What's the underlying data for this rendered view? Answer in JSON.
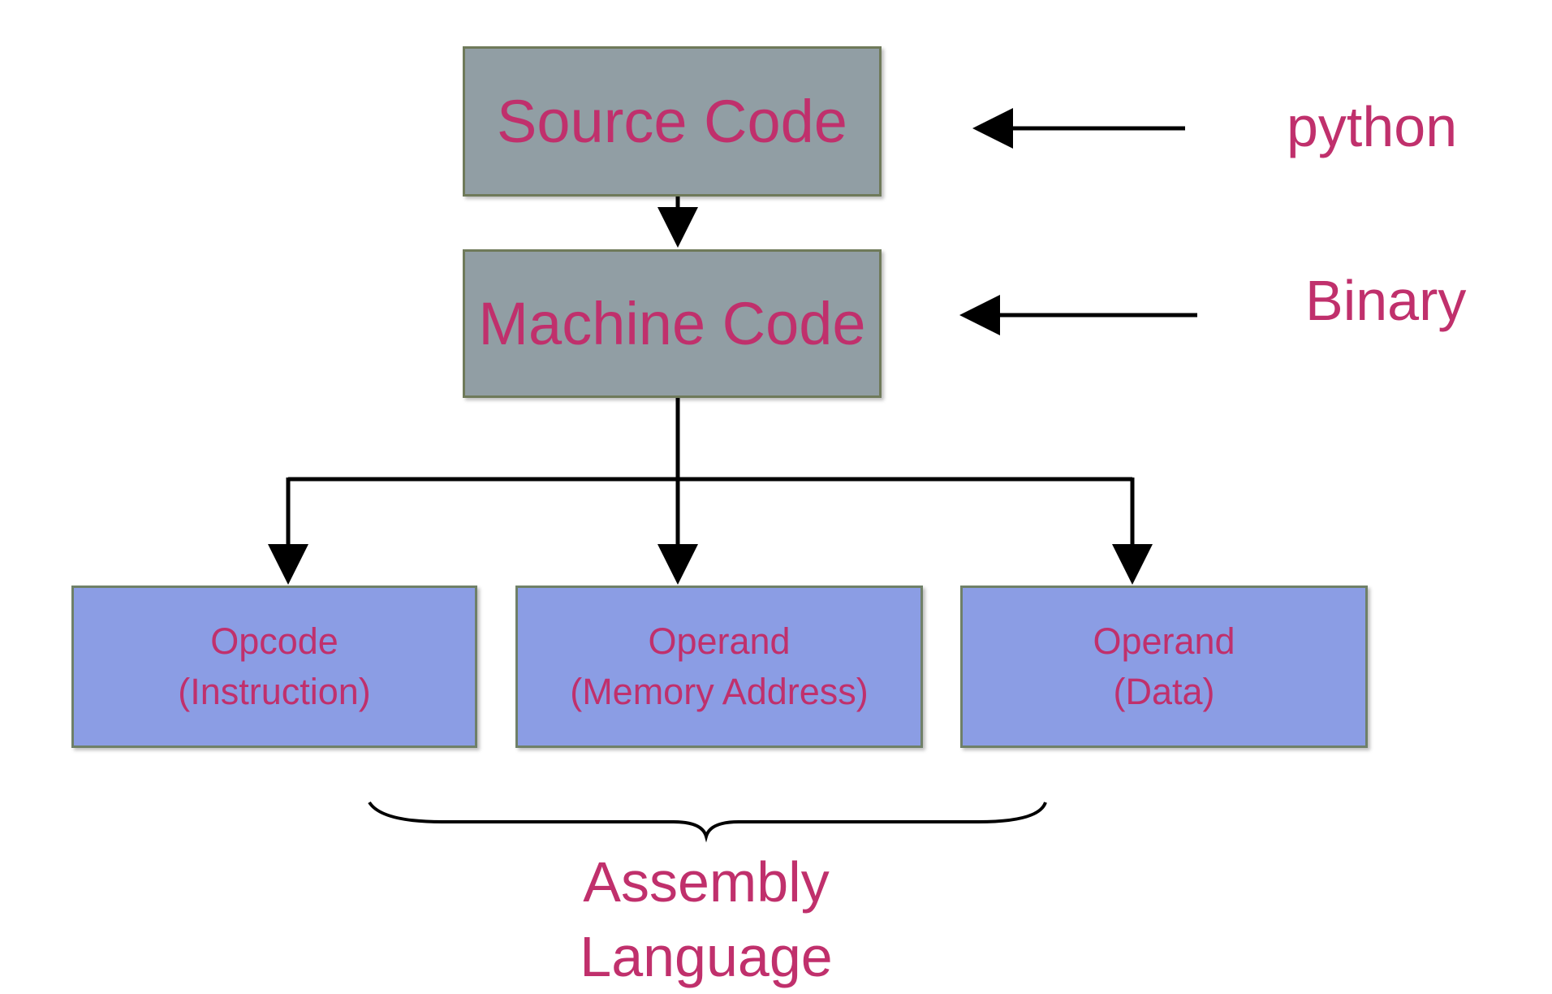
{
  "diagram": {
    "source_box": {
      "label": "Source Code"
    },
    "machine_box": {
      "label": "Machine Code"
    },
    "side_labels": {
      "python": "python",
      "binary": "Binary"
    },
    "components": [
      {
        "line1": "Opcode",
        "line2": "(Instruction)"
      },
      {
        "line1": "Operand",
        "line2": "(Memory Address)"
      },
      {
        "line1": "Operand",
        "line2": "(Data)"
      }
    ],
    "assembly": {
      "line1": "Assembly",
      "line2": "Language"
    }
  },
  "colors": {
    "text_accent": "#c0306c",
    "gray_box": "#919ea4",
    "blue_box": "#8b9de4",
    "arrow": "#000000"
  }
}
